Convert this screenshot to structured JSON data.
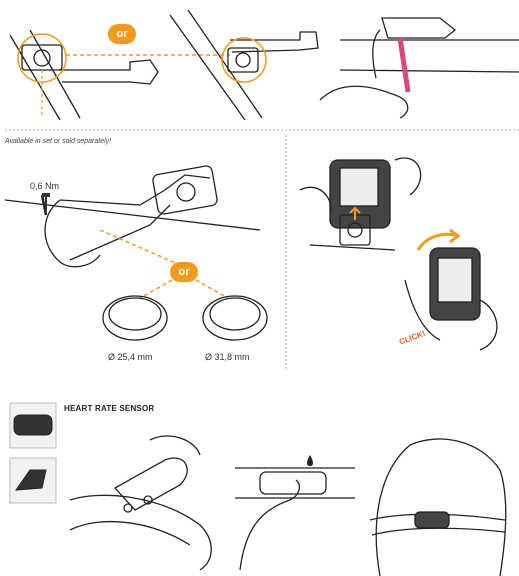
{
  "top": {
    "or_label": "or"
  },
  "middle": {
    "note": "Available in set or sold separately!",
    "torque": "0,6 Nm",
    "or_label": "or",
    "ring_small": "Ø 25,4 mm",
    "ring_large": "Ø 31,8 mm",
    "click": "CLICK!"
  },
  "bottom": {
    "heading": "HEART RATE SENSOR"
  },
  "colors": {
    "accent": "#f29a1e",
    "strap": "#e0457b",
    "click": "#e65c1a"
  }
}
